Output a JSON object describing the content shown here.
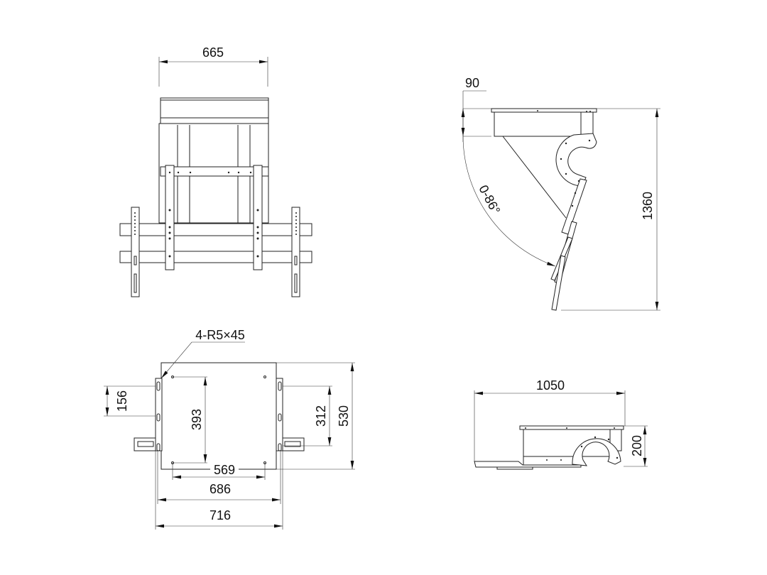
{
  "front_view": {
    "width_dim": "665"
  },
  "side_view": {
    "offset_dim": "90",
    "height_dim": "1360",
    "tilt_range": "0-86°"
  },
  "plan_view": {
    "hole_callout": "4-R5×45",
    "side_slot_spacing": "156",
    "hole_vertical_spacing": "393",
    "slot_spacing": "312",
    "depth": "530",
    "hole_horizontal_spacing": "569",
    "inner_width": "686",
    "overall_width": "716"
  },
  "folded_view": {
    "length_dim": "1050",
    "height_dim": "200"
  }
}
